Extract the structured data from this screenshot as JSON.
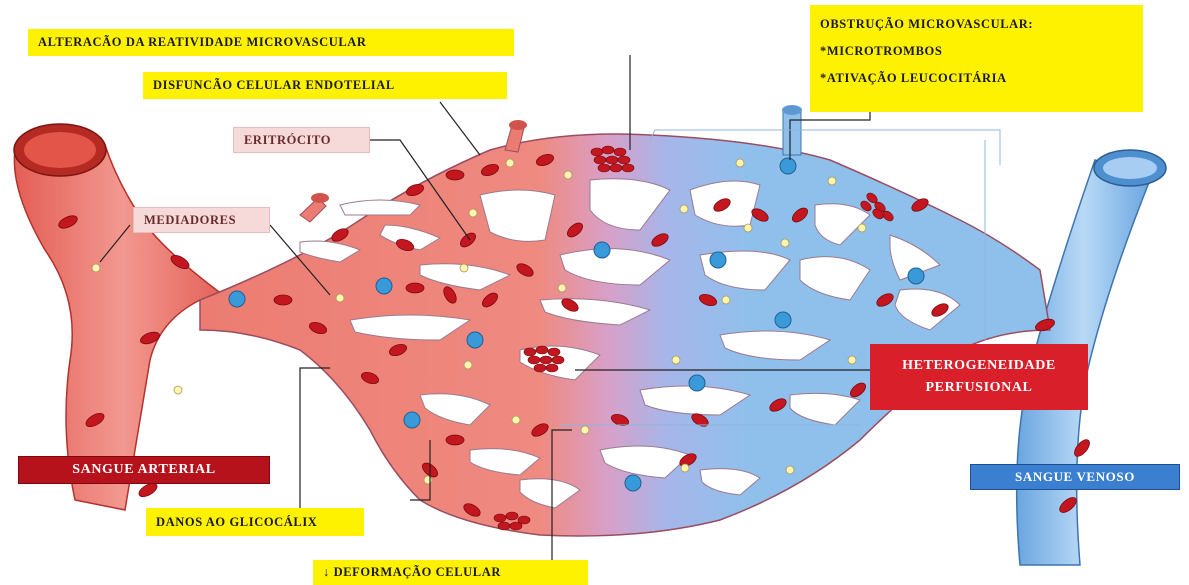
{
  "labels": {
    "alteracao": "ALTERACÃO DA REATIVIDADE MICROVASCULAR",
    "disfuncao": "DISFUNCÃO CELULAR ENDOTELIAL",
    "eritrocito": "ERITRÓCITO",
    "mediadores": "MEDIADORES",
    "sangue_arterial": "SANGUE ARTERIAL",
    "danos": "DANOS AO GLICOCÁLIX",
    "deformacao": "↓ DEFORMAÇÃO CELULAR",
    "obstrucao_title": "OBSTRUÇÃO MICROVASCULAR:",
    "obstrucao_item1": "*MICROTROMBOS",
    "obstrucao_item2": "*ATIVAÇÃO LEUCOCITÁRIA",
    "heterogeneidade_line1": "HETEROGENEIDADE",
    "heterogeneidade_line2": "PERFUSIONAL",
    "sangue_venoso": "SANGUE VENOSO"
  },
  "colors": {
    "arterial": "#e8766f",
    "venous": "#8fc0ec",
    "label_yellow": "#fff200",
    "label_red": "#d91f2a",
    "label_blue": "#3b7fd0",
    "erythrocyte": "#c3161f",
    "leukocyte": "#3a9ad9",
    "mediator": "#fff4b0"
  }
}
